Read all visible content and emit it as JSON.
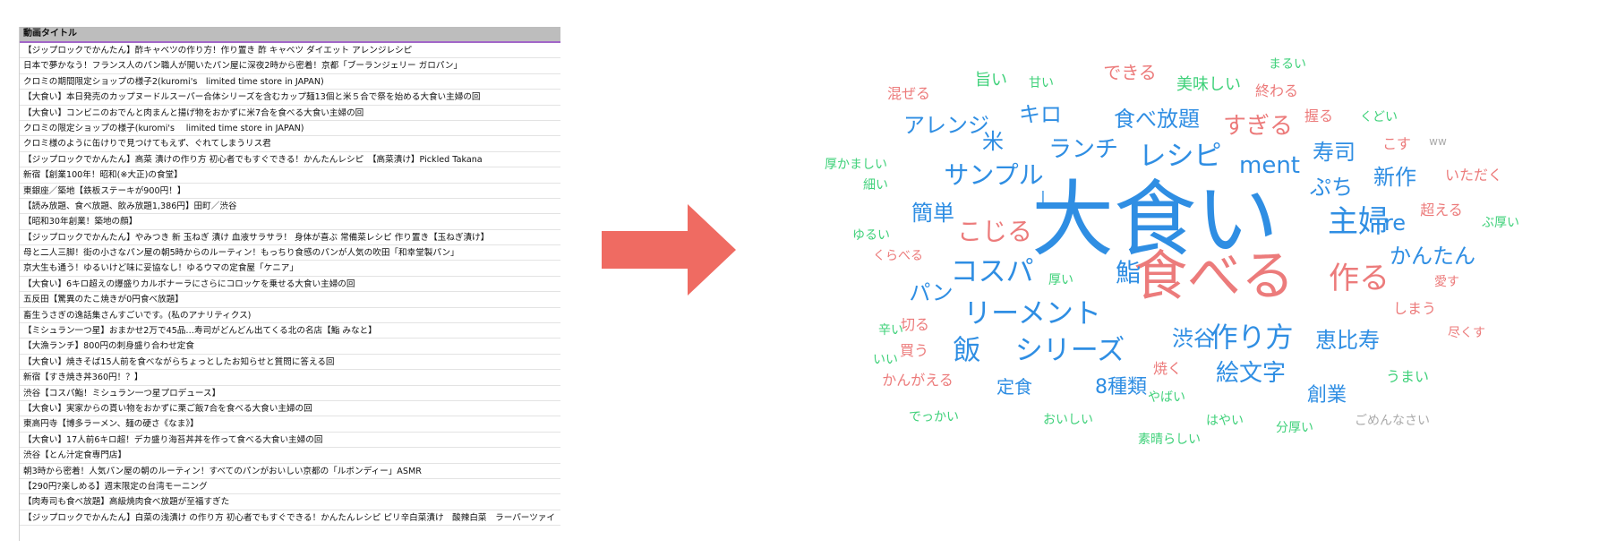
{
  "colors": {
    "header_bg": "#bdbdbd",
    "header_underline": "#a266c8",
    "arrow": "#ef6b62",
    "blue": "#2f8ee3",
    "red": "#ec7b7b",
    "green": "#3fd17a",
    "gray": "#aaaaaa"
  },
  "sheet": {
    "header": "動画タイトル",
    "rows": [
      "【ジップロックでかんたん】酢キャベツの作り方！作り置き 酢 キャベツ ダイエット アレンジレシピ",
      "日本で夢かなう！フランス人のパン職人が開いたパン屋に深夜2時から密着！京都「ブーランジェリー ガロパン」",
      "クロミの期間限定ショップの様子2(kuromi's　limited time store in JAPAN)",
      "【大食い】本日発売のカップヌードルスーパー合体シリーズを含むカップ麺13個と米５合で祭を始める大食い主婦の回",
      "【大食い】コンビニのおでんと肉まんと揚げ物をおかずに米7合を食べる大食い主婦の回",
      "クロミの限定ショップの様子(kuromi's　 limited time store in JAPAN)",
      "クロミ様のように缶けりで見つけてもえず、ぐれてしまうリス君",
      "【ジップロックでかんたん】高菜 漬けの作り方 初心者でもすぐできる！かんたんレシピ　【高菜漬け】Pickled Takana",
      "新宿【創業100年！昭和(※大正)の食堂】",
      "東銀座／築地【鉄板ステーキが900円！】",
      "【読み放題、食べ放題、飲み放題1,386円】田町／渋谷",
      "【昭和30年創業！築地の顔】",
      "【ジップロックでかんたん】やみつき 新 玉ねぎ 漬け 血液サラサラ！ 身体が喜ぶ 常備菜レシピ 作り置き【玉ねぎ漬け】",
      "母と二人三脚！街の小さなパン屋の朝5時からのルーティン！もっちり食感のパンが人気の吹田「和幸堂製パン」",
      "京大生も通う！ゆるいけど味に妥協なし！ゆるウマの定食屋「ケニア」",
      "【大食い】6キロ超えの爆盛りカルボナーラにさらにコロッケを乗せる大食い主婦の回",
      "五反田【驚異のたこ焼きが0円食べ放題】",
      "畜生うさぎの逸話集さんすごいです。(私のアナリティクス)",
      "【ミシュラン一つ星】おまかせ2万で45品…寿司がどんどん出てくる北の名店【鮨 みなと】",
      "【大漁ランチ】800円の刺身盛り合わせ定食",
      "【大食い】焼きそば15人前を食べながらちょっとしたお知らせと質問に答える回",
      "新宿【すき焼き丼360円！？】",
      "渋谷【コスパ鮨！ミシュラン一つ星プロデュース】",
      "【大食い】実家からの貰い物をおかずに栗ご飯7合を食べる大食い主婦の回",
      "東高円寺【博多ラーメン、麺の硬さ《なま》】",
      "【大食い】17人前6キロ超！デカ盛り海苔丼丼を作って食べる大食い主婦の回",
      "渋谷【とん汁定食専門店】",
      "朝3時から密着！人気パン屋の朝のルーティン！すべてのパンがおいしい京都の「ルボンディー」ASMR",
      "【290円?楽しめる】週末限定の台湾モーニング",
      "【肉寿司も食べ放題】高級焼肉食べ放題が至福すぎた",
      "【ジップロックでかんたん】白菜の浅漬け の作り方 初心者でもすぐできる！かんたんレシピ ピリ辛白菜漬け　酸辣白菜　ラーパーツァイ"
    ]
  },
  "arrow_icon": "right-arrow-icon",
  "cloud": {
    "words": [
      {
        "text": "大食い",
        "color": "blue"
      },
      {
        "text": "食べる",
        "color": "red"
      },
      {
        "text": "主婦",
        "color": "blue"
      },
      {
        "text": "作る",
        "color": "red"
      },
      {
        "text": "コスパ",
        "color": "blue"
      },
      {
        "text": "リーメント",
        "color": "blue"
      },
      {
        "text": "シリーズ",
        "color": "blue"
      },
      {
        "text": "飯",
        "color": "blue"
      },
      {
        "text": "作り方",
        "color": "blue"
      },
      {
        "text": "レシピ",
        "color": "blue"
      },
      {
        "text": "サンプル",
        "color": "blue"
      },
      {
        "text": "ランチ",
        "color": "blue"
      },
      {
        "text": "食べ放題",
        "color": "blue"
      },
      {
        "text": "キロ",
        "color": "blue"
      },
      {
        "text": "アレンジ",
        "color": "blue"
      },
      {
        "text": "簡単",
        "color": "blue"
      },
      {
        "text": "こじる",
        "color": "red"
      },
      {
        "text": "すぎる",
        "color": "red"
      },
      {
        "text": "ment",
        "color": "blue"
      },
      {
        "text": "寿司",
        "color": "blue"
      },
      {
        "text": "ぷち",
        "color": "blue"
      },
      {
        "text": "新作",
        "color": "blue"
      },
      {
        "text": "re",
        "color": "blue"
      },
      {
        "text": "かんたん",
        "color": "blue"
      },
      {
        "text": "鮨",
        "color": "blue"
      },
      {
        "text": "米",
        "color": "blue"
      },
      {
        "text": "パン",
        "color": "blue"
      },
      {
        "text": "渋谷",
        "color": "blue"
      },
      {
        "text": "恵比寿",
        "color": "blue"
      },
      {
        "text": "絵文字",
        "color": "blue"
      },
      {
        "text": "8種類",
        "color": "blue"
      },
      {
        "text": "定食",
        "color": "blue"
      },
      {
        "text": "創業",
        "color": "blue"
      },
      {
        "text": "|",
        "color": "blue"
      },
      {
        "text": "旨い",
        "color": "green"
      },
      {
        "text": "甘い",
        "color": "green"
      },
      {
        "text": "できる",
        "color": "red"
      },
      {
        "text": "美味しい",
        "color": "green"
      },
      {
        "text": "まるい",
        "color": "green"
      },
      {
        "text": "終わる",
        "color": "red"
      },
      {
        "text": "混ぜる",
        "color": "red"
      },
      {
        "text": "握る",
        "color": "red"
      },
      {
        "text": "くどい",
        "color": "green"
      },
      {
        "text": "こす",
        "color": "red"
      },
      {
        "text": "ww",
        "color": "gray"
      },
      {
        "text": "いただく",
        "color": "red"
      },
      {
        "text": "厚かましい",
        "color": "green"
      },
      {
        "text": "細い",
        "color": "green"
      },
      {
        "text": "超える",
        "color": "red"
      },
      {
        "text": "ぶ厚い",
        "color": "green"
      },
      {
        "text": "ゆるい",
        "color": "green"
      },
      {
        "text": "くらべる",
        "color": "red"
      },
      {
        "text": "厚い",
        "color": "green"
      },
      {
        "text": "愛す",
        "color": "red"
      },
      {
        "text": "しまう",
        "color": "red"
      },
      {
        "text": "切る",
        "color": "red"
      },
      {
        "text": "辛い",
        "color": "green"
      },
      {
        "text": "尽くす",
        "color": "red"
      },
      {
        "text": "買う",
        "color": "red"
      },
      {
        "text": "いい",
        "color": "green"
      },
      {
        "text": "焼く",
        "color": "red"
      },
      {
        "text": "うまい",
        "color": "green"
      },
      {
        "text": "かんがえる",
        "color": "red"
      },
      {
        "text": "やばい",
        "color": "green"
      },
      {
        "text": "でっかい",
        "color": "green"
      },
      {
        "text": "おいしい",
        "color": "green"
      },
      {
        "text": "はやい",
        "color": "green"
      },
      {
        "text": "分厚い",
        "color": "green"
      },
      {
        "text": "ごめんなさい",
        "color": "gray"
      },
      {
        "text": "素晴らしい",
        "color": "green"
      }
    ]
  }
}
